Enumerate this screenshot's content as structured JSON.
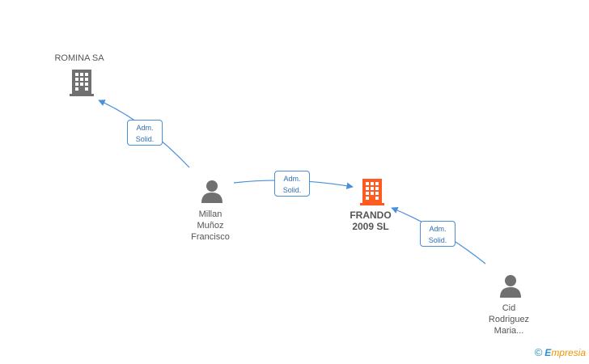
{
  "nodes": {
    "romina": {
      "label": "ROMINA SA",
      "type": "company"
    },
    "frando": {
      "label_line1": "FRANDO",
      "label_line2": "2009 SL",
      "type": "company",
      "color": "#ff5a1f"
    },
    "millan": {
      "line1": "Millan",
      "line2": "Muñoz",
      "line3": "Francisco",
      "type": "person"
    },
    "cid": {
      "line1": "Cid",
      "line2": "Rodriguez",
      "line3": "Maria..."
    }
  },
  "edges": [
    {
      "line1": "Adm.",
      "line2": "Solid."
    },
    {
      "line1": "Adm.",
      "line2": "Solid."
    },
    {
      "line1": "Adm.",
      "line2": "Solid."
    }
  ],
  "colors": {
    "company_icon": "#707070",
    "person_icon": "#707070",
    "highlight_company": "#ff5a1f",
    "edge": "#4a90d9"
  },
  "brand": {
    "copyright": "©",
    "e": "E",
    "rest": "mpresia"
  }
}
